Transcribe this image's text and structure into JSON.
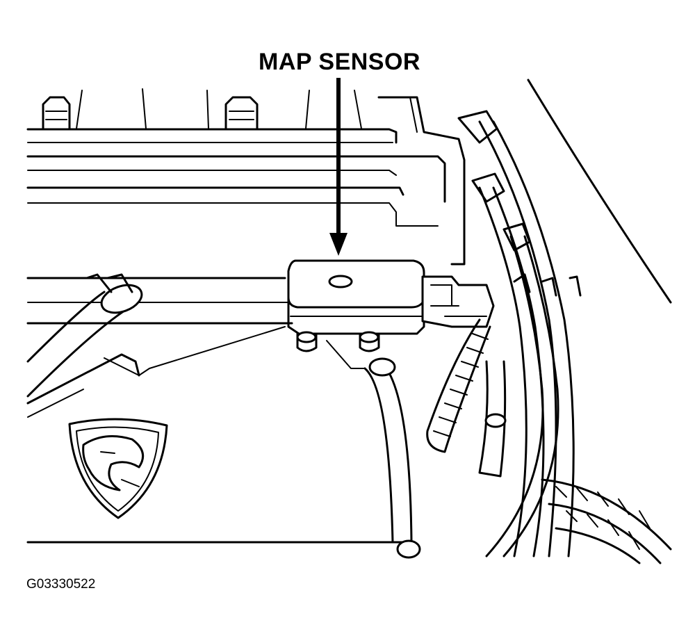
{
  "callout": {
    "label": "MAP SENSOR"
  },
  "figure": {
    "id": "G03330522"
  },
  "icons": [
    "map-sensor",
    "viper-emblem",
    "spark-plug-wires",
    "wiring-harness"
  ],
  "colors": {
    "ink": "#000000",
    "paper": "#ffffff"
  }
}
